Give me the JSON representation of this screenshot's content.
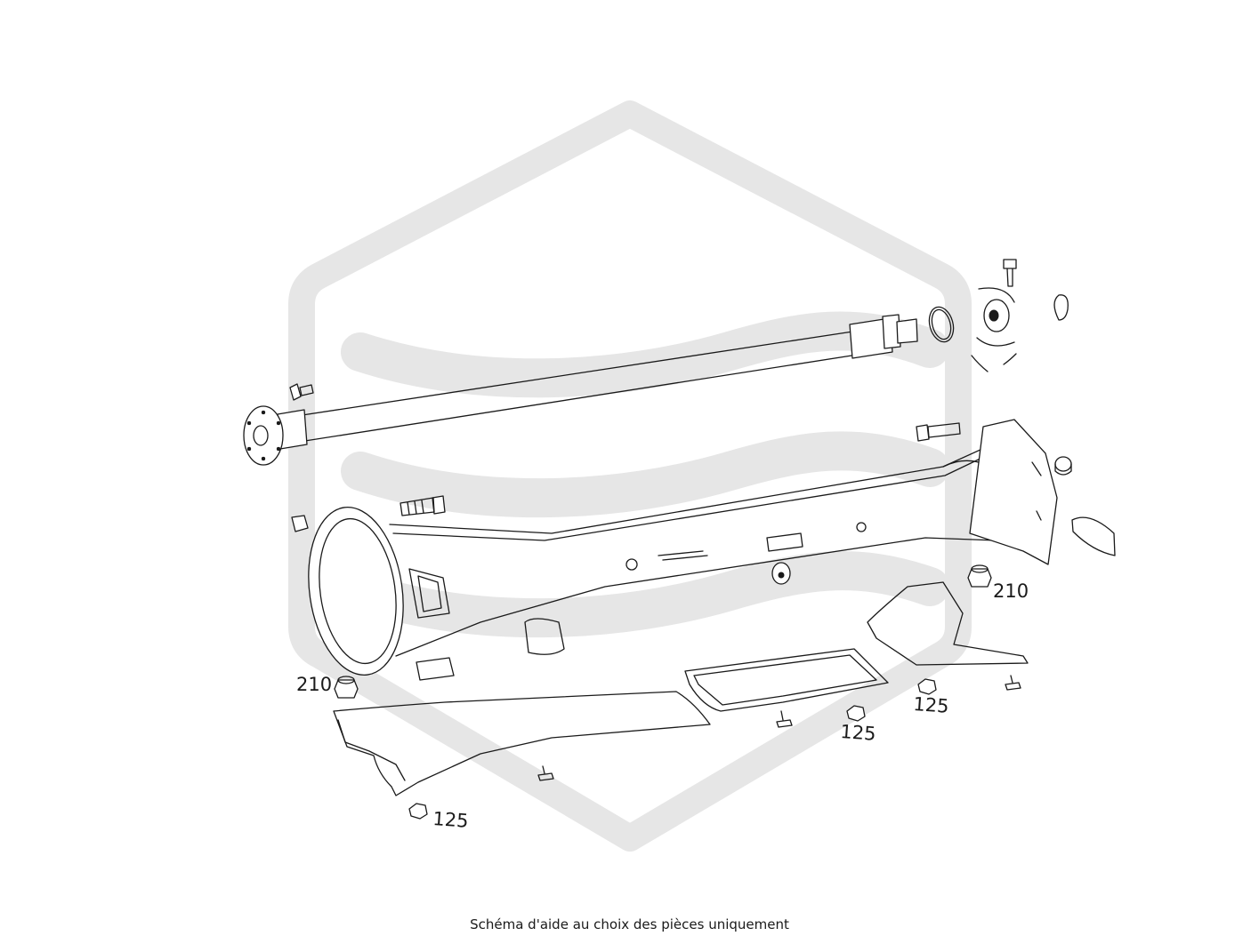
{
  "watermark": {
    "color": "#e6e6e6",
    "icon": "hexagon-logo-watermark"
  },
  "callouts": [
    {
      "id": "c210a",
      "text": "210"
    },
    {
      "id": "c210b",
      "text": "210"
    },
    {
      "id": "c125a",
      "text": "125"
    },
    {
      "id": "c125b",
      "text": "125"
    },
    {
      "id": "c125c",
      "text": "125"
    }
  ],
  "footer": {
    "caption": "Schéma d'aide au choix des pièces uniquement"
  }
}
